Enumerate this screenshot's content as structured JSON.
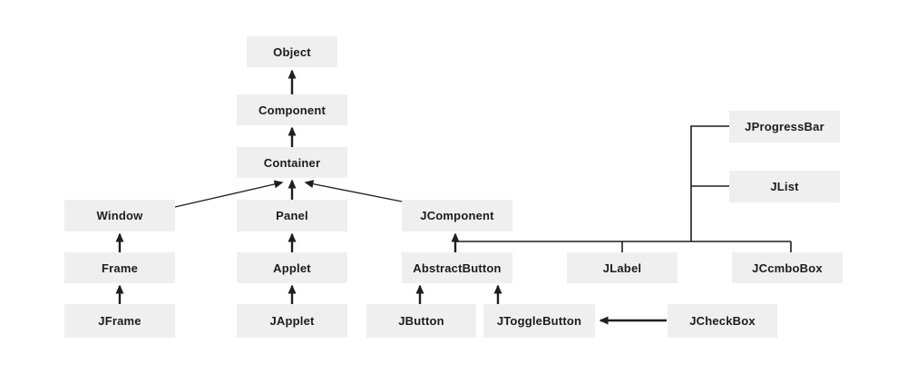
{
  "diagram": {
    "type": "class-hierarchy",
    "colors": {
      "background": "#ffffff",
      "node_fill": "#efefef",
      "node_text": "#1c1c1c",
      "line": "#1f1f1f"
    },
    "nodes": {
      "object": {
        "label": "Object"
      },
      "component": {
        "label": "Component"
      },
      "container": {
        "label": "Container"
      },
      "window": {
        "label": "Window"
      },
      "panel": {
        "label": "Panel"
      },
      "jcomponent": {
        "label": "JComponent"
      },
      "frame": {
        "label": "Frame"
      },
      "applet": {
        "label": "Applet"
      },
      "abstractbutton": {
        "label": "AbstractButton"
      },
      "jlabel": {
        "label": "JLabel"
      },
      "jccmbobox": {
        "label": "JCcmboBox"
      },
      "jframe": {
        "label": "JFrame"
      },
      "japplet": {
        "label": "JApplet"
      },
      "jbutton": {
        "label": "JButton"
      },
      "jtogglebutton": {
        "label": "JToggleButton"
      },
      "jcheckbox": {
        "label": "JCheckBox"
      },
      "jprogressbar": {
        "label": "JProgressBar"
      },
      "jlist": {
        "label": "JList"
      }
    },
    "edges": [
      {
        "from": "Component",
        "to": "Object",
        "type": "arrow"
      },
      {
        "from": "Container",
        "to": "Component",
        "type": "arrow"
      },
      {
        "from": "Window",
        "to": "Container",
        "type": "arrow"
      },
      {
        "from": "Panel",
        "to": "Container",
        "type": "arrow"
      },
      {
        "from": "JComponent",
        "to": "Container",
        "type": "arrow"
      },
      {
        "from": "Frame",
        "to": "Window",
        "type": "arrow"
      },
      {
        "from": "JFrame",
        "to": "Frame",
        "type": "arrow"
      },
      {
        "from": "Applet",
        "to": "Panel",
        "type": "arrow"
      },
      {
        "from": "JApplet",
        "to": "Applet",
        "type": "arrow"
      },
      {
        "from": "AbstractButton",
        "to": "JComponent",
        "type": "arrow"
      },
      {
        "from": "JButton",
        "to": "AbstractButton",
        "type": "arrow"
      },
      {
        "from": "JToggleButton",
        "to": "AbstractButton",
        "type": "arrow"
      },
      {
        "from": "JCheckBox",
        "to": "JToggleButton",
        "type": "arrow"
      },
      {
        "from": "JComponent",
        "to": "JLabel",
        "type": "line"
      },
      {
        "from": "JComponent",
        "to": "JCcmboBox",
        "type": "line"
      },
      {
        "from": "JComponent",
        "to": "JProgressBar",
        "type": "line"
      },
      {
        "from": "JComponent",
        "to": "JList",
        "type": "line"
      }
    ]
  }
}
